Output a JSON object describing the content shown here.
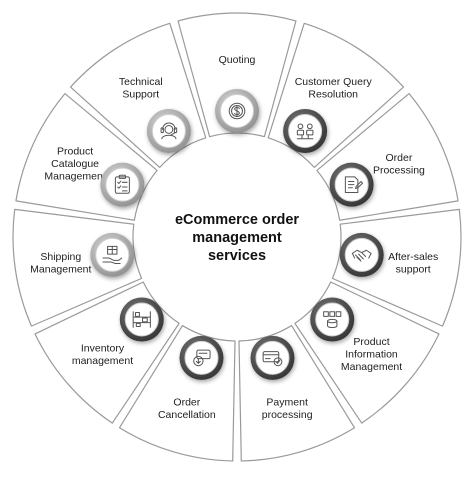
{
  "diagram": {
    "title_lines": [
      "eCommerce order",
      "management",
      "services"
    ],
    "segments": [
      {
        "lines": [
          "Quoting"
        ],
        "icon": "dollar-coin-icon"
      },
      {
        "lines": [
          "Customer Query",
          "Resolution"
        ],
        "icon": "customer-support-team-icon"
      },
      {
        "lines": [
          "Order",
          "Processing"
        ],
        "icon": "invoice-pen-icon"
      },
      {
        "lines": [
          "After-sales",
          "support"
        ],
        "icon": "handshake-icon"
      },
      {
        "lines": [
          "Product",
          "Information",
          "Management"
        ],
        "icon": "product-database-icon"
      },
      {
        "lines": [
          "Payment",
          "processing"
        ],
        "icon": "card-payment-check-icon"
      },
      {
        "lines": [
          "Order",
          "Cancellation"
        ],
        "icon": "cancelled-download-card-icon"
      },
      {
        "lines": [
          "Inventory",
          "management"
        ],
        "icon": "warehouse-shelves-icon"
      },
      {
        "lines": [
          "Shipping",
          "Management"
        ],
        "icon": "box-in-hand-icon"
      },
      {
        "lines": [
          "Product",
          "Catalogue",
          "Management"
        ],
        "icon": "checklist-clipboard-icon"
      },
      {
        "lines": [
          "Technical",
          "Support"
        ],
        "icon": "tech-support-headset-icon"
      }
    ],
    "colors": {
      "segment_fill": "#ffffff",
      "segment_stroke": "#9a9a9a",
      "badge_ring": "#b9b9b9",
      "badge_ring_dark": "#4a4a4a",
      "badge_face": "#ffffff",
      "icon_stroke": "#555555",
      "text": "#1e1e1e"
    }
  }
}
